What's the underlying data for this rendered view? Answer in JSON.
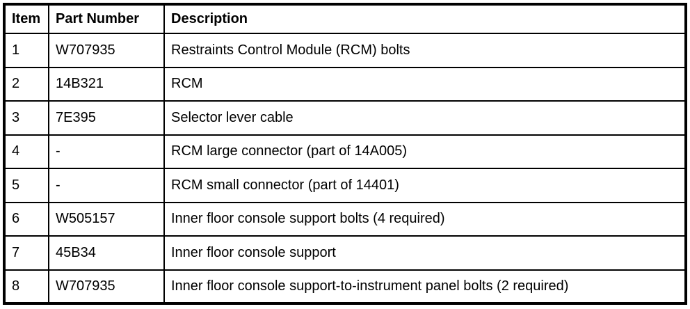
{
  "colors": {
    "border": "#000000",
    "background": "#ffffff",
    "text": "#000000"
  },
  "table": {
    "columns": {
      "item": "Item",
      "part_number": "Part Number",
      "description": "Description"
    },
    "rows": [
      {
        "item": "1",
        "part_number": "W707935",
        "description": "Restraints Control Module (RCM) bolts"
      },
      {
        "item": "2",
        "part_number": "14B321",
        "description": "RCM"
      },
      {
        "item": "3",
        "part_number": "7E395",
        "description": "Selector lever cable"
      },
      {
        "item": "4",
        "part_number": "-",
        "description": "RCM large connector (part of 14A005)"
      },
      {
        "item": "5",
        "part_number": "-",
        "description": "RCM small connector (part of 14401)"
      },
      {
        "item": "6",
        "part_number": "W505157",
        "description": "Inner floor console support bolts (4 required)"
      },
      {
        "item": "7",
        "part_number": "45B34",
        "description": "Inner floor console support"
      },
      {
        "item": "8",
        "part_number": "W707935",
        "description": "Inner floor console support-to-instrument panel bolts (2 required)"
      }
    ]
  }
}
